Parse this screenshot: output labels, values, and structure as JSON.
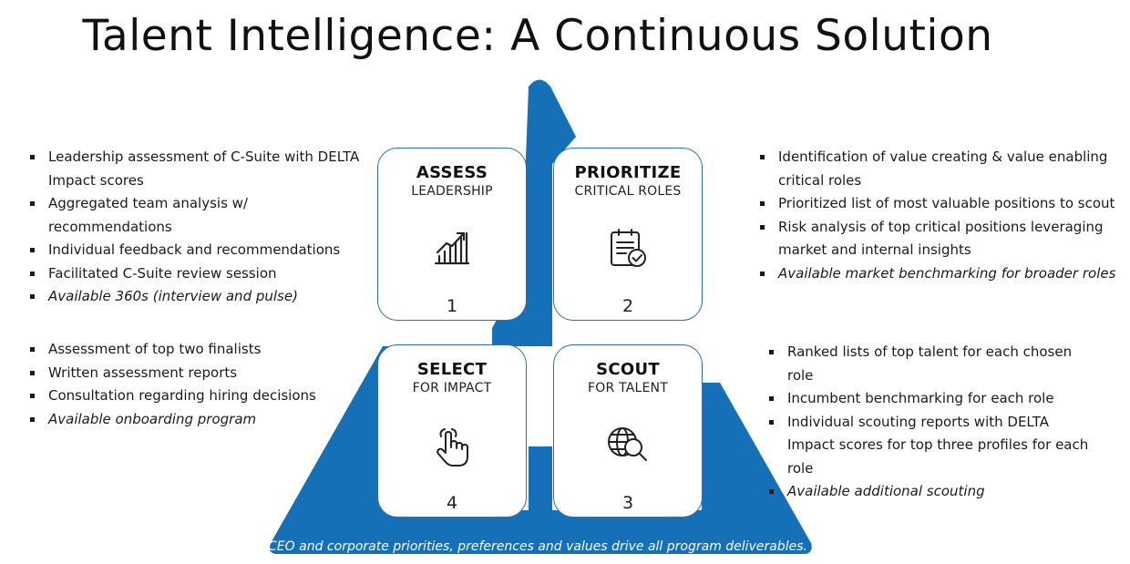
{
  "title": "Talent Intelligence: A Continuous Solution",
  "colors": {
    "triangle": "#1570b8",
    "card_border": "#2f6ea8",
    "text": "#1a1a1a"
  },
  "cards": [
    {
      "heading": "ASSESS",
      "subheading": "LEADERSHIP",
      "number": "1",
      "icon": "bar-chart-icon"
    },
    {
      "heading": "PRIORITIZE",
      "subheading": "CRITICAL ROLES",
      "number": "2",
      "icon": "clipboard-check-icon"
    },
    {
      "heading": "SELECT",
      "subheading": "FOR IMPACT",
      "number": "4",
      "icon": "hand-pointer-icon"
    },
    {
      "heading": "SCOUT",
      "subheading": "FOR TALENT",
      "number": "3",
      "icon": "globe-search-icon"
    }
  ],
  "lists": {
    "assess": [
      "Leadership assessment of C-Suite with DELTA Impact scores",
      "Aggregated team analysis w/ recommendations",
      "Individual feedback and recommendations",
      "Facilitated C-Suite review session",
      "Available 360s (interview and pulse)"
    ],
    "prioritize": [
      "Identification of value creating & value enabling critical roles",
      "Prioritized list of most valuable positions to scout",
      "Risk analysis of top critical positions leveraging market and internal insights",
      "Available market benchmarking for broader roles"
    ],
    "select": [
      "Assessment of top two finalists",
      "Written assessment reports",
      "Consultation regarding hiring decisions",
      "Available onboarding program"
    ],
    "scout": [
      "Ranked lists of top talent for each chosen role",
      "Incumbent benchmarking for each role",
      "Individual scouting reports with DELTA Impact scores for top three profiles for each role",
      "Available additional scouting"
    ]
  },
  "footer": "CEO and corporate priorities, preferences and values drive all program deliverables."
}
